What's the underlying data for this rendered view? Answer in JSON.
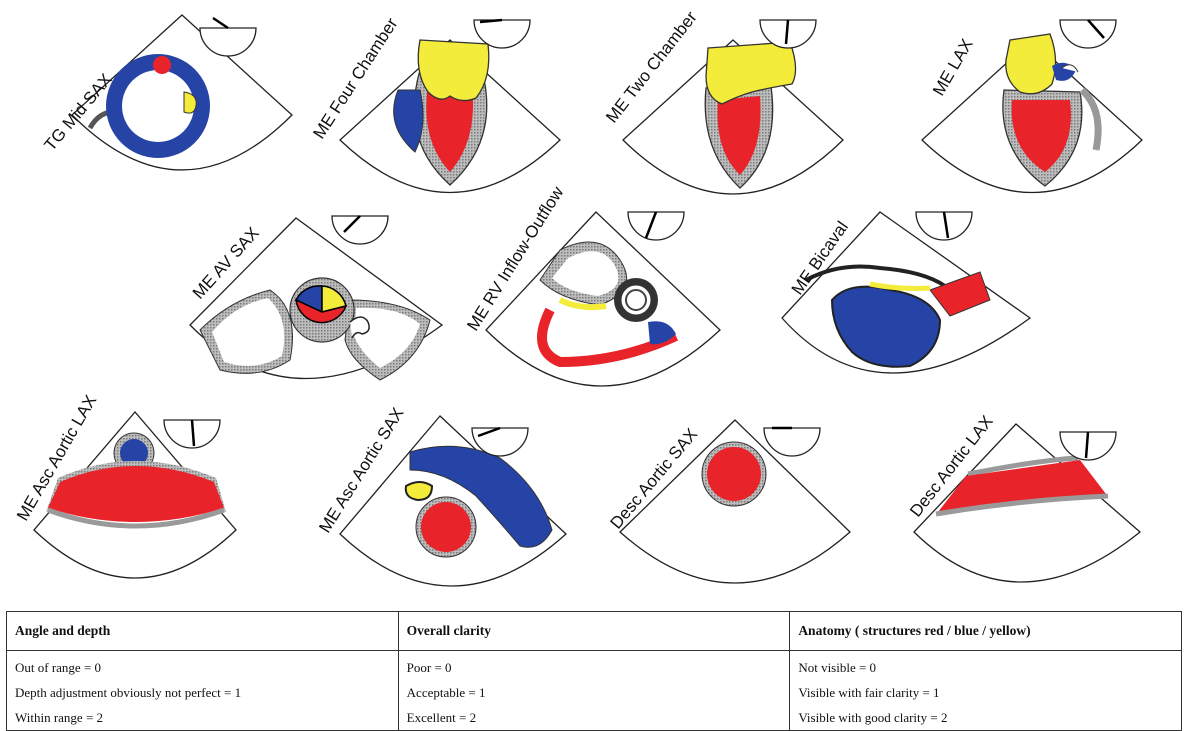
{
  "colors": {
    "red": "#e8232a",
    "blue": "#2544a6",
    "yellow": "#f3ec3a",
    "gray": "#a8a8a8",
    "wall": "#333333"
  },
  "views": [
    {
      "label": "TG Mid SAX"
    },
    {
      "label": "ME Four Chamber"
    },
    {
      "label": "ME Two Chamber"
    },
    {
      "label": "ME LAX"
    },
    {
      "label": "ME AV SAX"
    },
    {
      "label": "ME RV Inflow-Outflow"
    },
    {
      "label": "ME Bicaval"
    },
    {
      "label": "ME Asc Aortic LAX"
    },
    {
      "label": "ME Asc Aortic SAX"
    },
    {
      "label": "Desc Aortic SAX"
    },
    {
      "label": "Desc Aortic LAX"
    }
  ],
  "scoring_table": {
    "columns": [
      {
        "header": "Angle and depth",
        "rows": [
          "Out of range = 0",
          "Depth adjustment obviously not perfect = 1",
          "Within range = 2"
        ]
      },
      {
        "header": "Overall clarity",
        "rows": [
          "Poor = 0",
          "Acceptable = 1",
          "Excellent = 2"
        ]
      },
      {
        "header": "Anatomy ( structures red / blue / yellow)",
        "rows": [
          "Not visible = 0",
          "Visible with fair clarity = 1",
          "Visible with good clarity = 2"
        ]
      }
    ]
  }
}
